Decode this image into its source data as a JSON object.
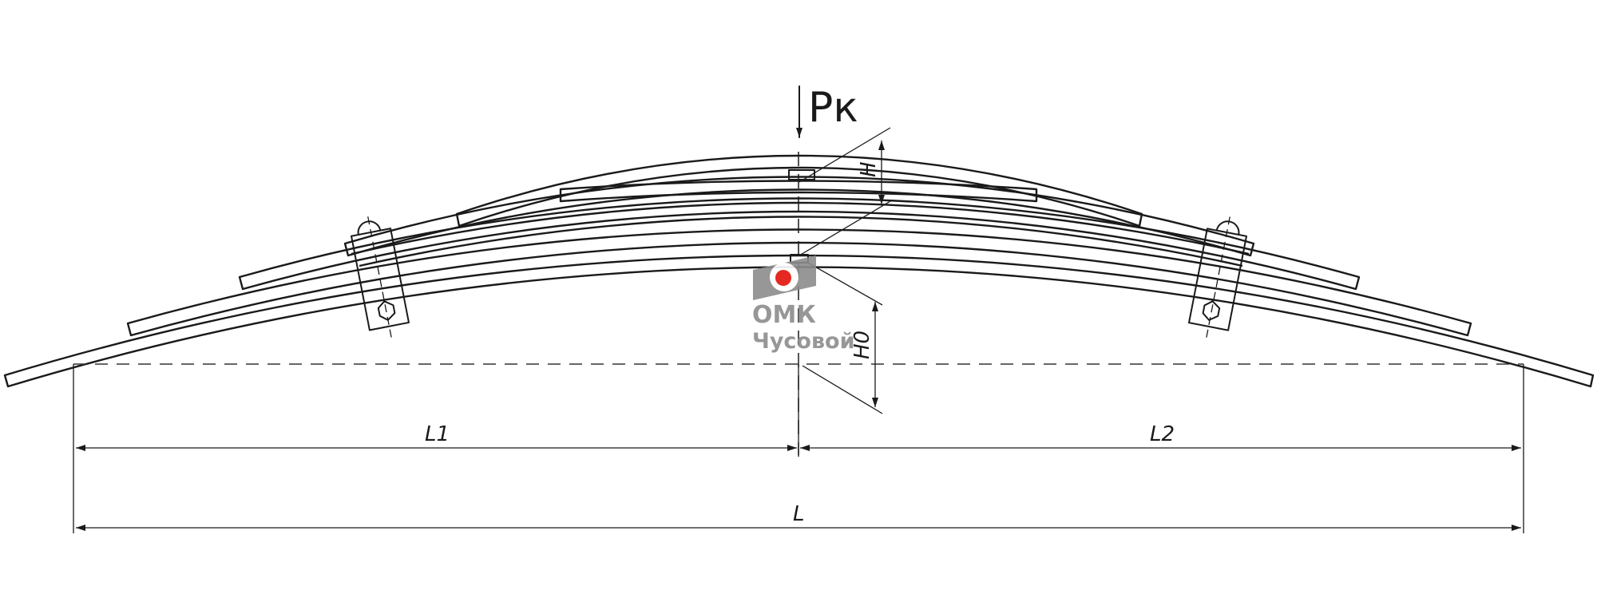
{
  "labels": {
    "force": "Pк",
    "height_loaded": "H",
    "height_free": "H0",
    "length_left": "L1",
    "length_right": "L2",
    "length_total": "L"
  },
  "logo": {
    "brand": "ОМК",
    "site": "Чусовой",
    "color_gray": "#8c8c8c",
    "color_red": "#e3120b"
  }
}
